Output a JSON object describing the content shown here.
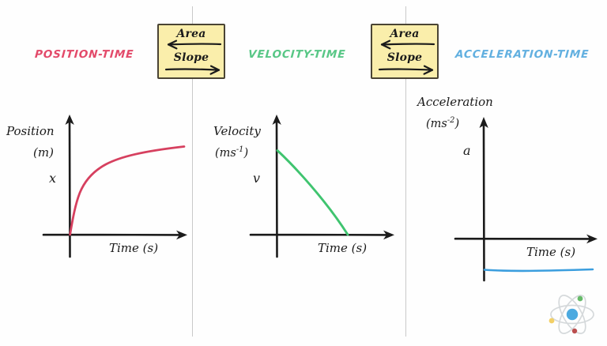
{
  "page": {
    "background": "#fefefe",
    "divider_color": "#c9c9c9"
  },
  "sections": [
    {
      "id": "position-time",
      "title": "POSITION-TIME",
      "title_color": "#e34a6a",
      "y_axis_label": "Position",
      "y_axis_units": "(m)",
      "y_axis_symbol": "x",
      "x_axis_label": "Time (s)",
      "curve_color": "#d6405f",
      "curve_shape": "concave-down-increasing"
    },
    {
      "id": "velocity-time",
      "title": "VELOCITY-TIME",
      "title_color": "#58c786",
      "y_axis_label": "Velocity",
      "y_axis_units_prefix": "(ms",
      "y_axis_units_exp": "-1",
      "y_axis_units_suffix": ")",
      "y_axis_symbol": "v",
      "x_axis_label": "Time (s)",
      "curve_color": "#3fc46f",
      "curve_shape": "linear-decreasing-to-zero"
    },
    {
      "id": "acceleration-time",
      "title": "ACCELERATION-TIME",
      "title_color": "#62b0e0",
      "y_axis_label": "Acceleration",
      "y_axis_units_prefix": "(ms",
      "y_axis_units_exp": "-2",
      "y_axis_units_suffix": ")",
      "y_axis_symbol": "a",
      "x_axis_label": "Time (s)",
      "curve_color": "#3b9ede",
      "curve_shape": "constant-negative"
    }
  ],
  "connector_boxes": [
    {
      "id": "box-position-velocity",
      "upper_label": "Area",
      "upper_direction": "left",
      "lower_label": "Slope",
      "lower_direction": "right",
      "fill": "#faeeab",
      "border": "#4a4434"
    },
    {
      "id": "box-velocity-acceleration",
      "upper_label": "Area",
      "upper_direction": "left",
      "lower_label": "Slope",
      "lower_direction": "right",
      "fill": "#faeeab",
      "border": "#4a4434"
    }
  ],
  "logo": {
    "name": "atom-logo",
    "nucleus_color": "#2d9cdb",
    "electron_colors": [
      "#4caf50",
      "#f2c94c",
      "#b03030"
    ],
    "orbit_color": "#cfd3d6"
  },
  "chart_data": [
    {
      "type": "line",
      "title": "POSITION-TIME",
      "xlabel": "Time (s)",
      "ylabel": "Position (m)",
      "series": [
        {
          "name": "x",
          "x": [
            0,
            0.5,
            1,
            2,
            3,
            4,
            5,
            6,
            7,
            8,
            9,
            10
          ],
          "values": [
            0,
            2.3,
            3.9,
            5.9,
            7.0,
            7.7,
            8.2,
            8.55,
            8.8,
            9.0,
            9.15,
            9.25
          ]
        }
      ],
      "xlim": [
        0,
        10
      ],
      "ylim": [
        0,
        10
      ],
      "grid": false,
      "legend": "none"
    },
    {
      "type": "line",
      "title": "VELOCITY-TIME",
      "xlabel": "Time (s)",
      "ylabel": "Velocity (ms^-1)",
      "series": [
        {
          "name": "v",
          "x": [
            0,
            10
          ],
          "values": [
            8.5,
            0
          ]
        }
      ],
      "xlim": [
        0,
        12
      ],
      "ylim": [
        0,
        10
      ],
      "grid": false,
      "legend": "none"
    },
    {
      "type": "line",
      "title": "ACCELERATION-TIME",
      "xlabel": "Time (s)",
      "ylabel": "Acceleration (ms^-2)",
      "series": [
        {
          "name": "a",
          "x": [
            0,
            2,
            4,
            6,
            8,
            10
          ],
          "values": [
            -0.85,
            -0.88,
            -0.87,
            -0.85,
            -0.83,
            -0.82
          ]
        }
      ],
      "xlim": [
        0,
        10
      ],
      "ylim": [
        -2,
        4
      ],
      "grid": false,
      "legend": "none"
    }
  ]
}
